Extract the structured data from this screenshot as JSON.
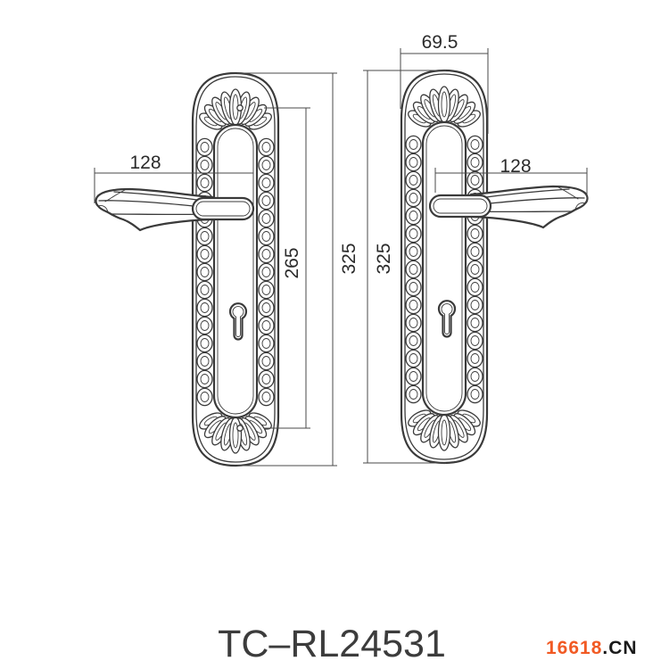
{
  "title": "TC–RL24531",
  "dimensions": {
    "left_lever": "128",
    "right_lever": "128",
    "plate_width": "69.5",
    "screw_spacing": "265",
    "left_plate_height": "325",
    "right_plate_height": "325"
  },
  "watermark": {
    "number": "16618",
    "suffix": ".CN"
  },
  "colors": {
    "line": "#3a3a3a",
    "dimension": "#4a4a4a",
    "watermark_number": "#f15a24",
    "watermark_suffix": "#1a1a1a"
  }
}
